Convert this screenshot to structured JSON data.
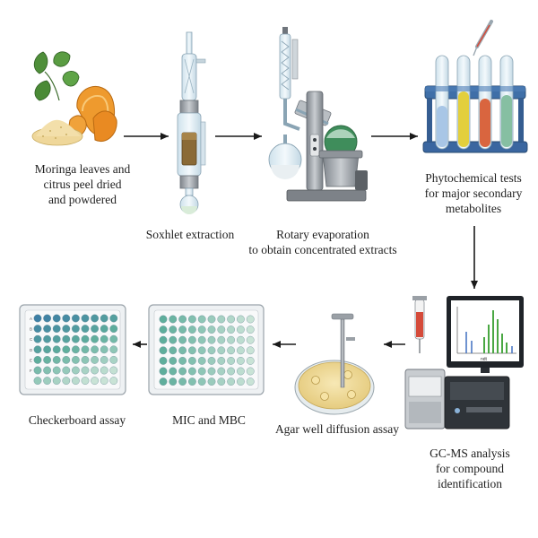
{
  "steps": [
    {
      "label": "Moringa leaves and\ncitrus peel dried\nand powdered"
    },
    {
      "label": "Soxhlet extraction"
    },
    {
      "label": "Rotary evaporation\nto obtain concentrated extracts"
    },
    {
      "label": "Phytochemical tests\nfor major secondary\nmetabolites"
    },
    {
      "label": "GC-MS analysis\nfor compound\nidentification"
    },
    {
      "label": "Agar well diffusion assay"
    },
    {
      "label": "MIC and MBC"
    },
    {
      "label": "Checkerboard assay"
    }
  ],
  "plate_row_letters": [
    "A",
    "B",
    "C",
    "D",
    "E",
    "F"
  ],
  "chromatogram_axis_label": "ndt",
  "colors": {
    "leaf": "#4f8f3a",
    "peel": "#e9902a",
    "powder": "#efd79a",
    "glass": "#dceaf1",
    "tube_yellow": "#e3cf3c",
    "tube_orange": "#d9653f",
    "tube_green": "#86bfa2",
    "rack_blue": "#3f6fa8",
    "evaporator_green": "#3f8d5b",
    "agar": "#f1dd9a",
    "plate_blue": "#3d7fa5",
    "plate_teal": "#5fae9c",
    "plate_pale": "#c9e3d6",
    "spectrum_green": "#4aa843",
    "spectrum_blue": "#4b78c4",
    "machine_grey": "#8f949a"
  },
  "icons": [
    "leaf-icon",
    "citrus-peel-icon",
    "soxhlet-apparatus-icon",
    "rotary-evaporator-icon",
    "test-tube-rack-icon",
    "gc-ms-instrument-icon",
    "petri-dish-icon",
    "microplate-icon",
    "arrow-icon"
  ]
}
